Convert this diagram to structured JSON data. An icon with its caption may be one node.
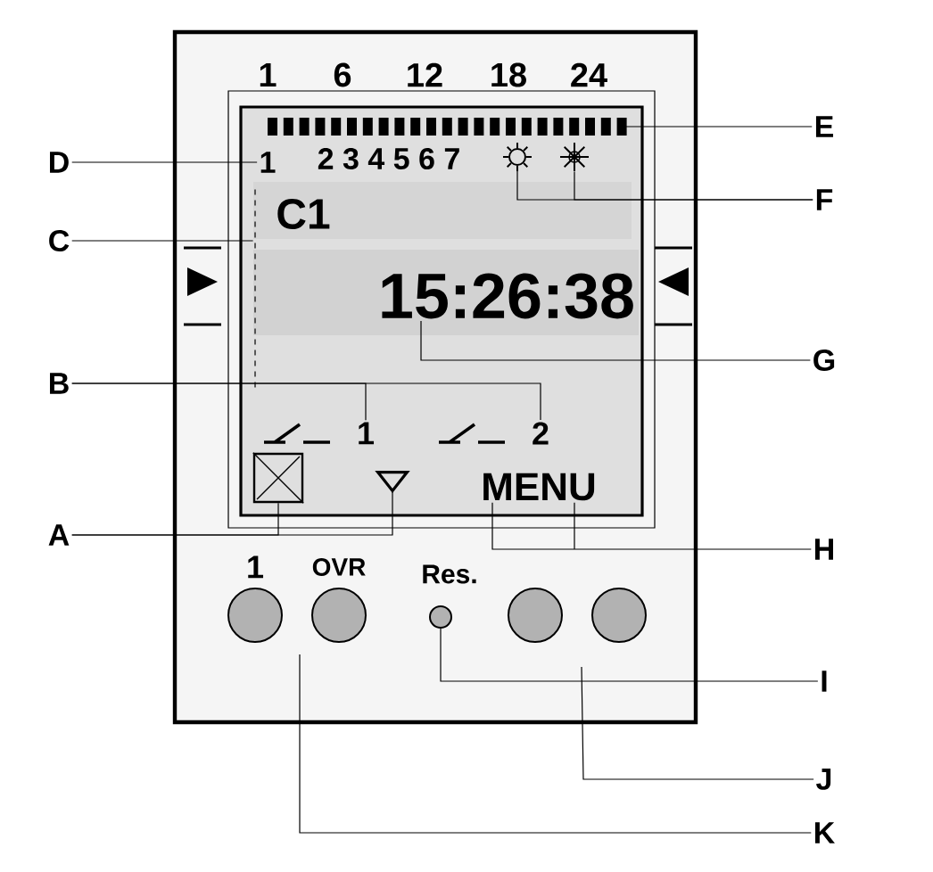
{
  "diagram": {
    "nodes": [
      {
        "text": [
          "D"
        ]
      },
      {
        "text": [
          "1"
        ]
      },
      {
        "text": [
          "C"
        ]
      },
      {
        "text": [],
        "shape": "line"
      },
      {
        "text": [
          "B"
        ]
      },
      {
        "text": [
          "1"
        ]
      },
      {
        "text": [
          "2"
        ]
      },
      {
        "text": [
          "A"
        ]
      },
      {
        "text": [],
        "shape": "box"
      },
      {
        "text": [],
        "shape": "triangle"
      },
      {
        "text": [
          "E"
        ]
      },
      {
        "text": [],
        "shape": "bar"
      },
      {
        "text": [
          "F"
        ]
      },
      {
        "text": [],
        "shape": "sun"
      },
      {
        "text": [],
        "shape": "snowflake"
      },
      {
        "text": [
          "G"
        ]
      },
      {
        "text": [
          "15:26:38"
        ]
      },
      {
        "text": [
          "H"
        ]
      },
      {
        "text": [
          "MENU"
        ]
      },
      {
        "text": [
          "I"
        ]
      },
      {
        "text": [],
        "shape": "circle"
      },
      {
        "text": [
          "J"
        ]
      },
      {
        "text": [
          "K"
        ]
      }
    ],
    "edges": [
      {
        "from": 0,
        "to": 1,
        "arrow": "none"
      },
      {
        "from": 2,
        "to": 3,
        "arrow": "none"
      },
      {
        "from": 4,
        "to": 5,
        "arrow": "none"
      },
      {
        "from": 4,
        "to": 6,
        "arrow": "none"
      },
      {
        "from": 7,
        "to": 8,
        "arrow": "none"
      },
      {
        "from": 7,
        "to": 9,
        "arrow": "none"
      },
      {
        "from": 10,
        "to": 11,
        "arrow": "none"
      },
      {
        "from": 12,
        "to": 13,
        "arrow": "none"
      },
      {
        "from": 12,
        "to": 14,
        "arrow": "none"
      },
      {
        "from": 15,
        "to": 16,
        "arrow": "none"
      },
      {
        "from": 17,
        "to": 18,
        "arrow": "none"
      },
      {
        "from": 19,
        "to": 20,
        "arrow": "none"
      },
      {
        "from": 21,
        "to": null,
        "arrow": "none"
      },
      {
        "from": 22,
        "to": null,
        "arrow": "none"
      }
    ],
    "labels": [
      "1",
      "6",
      "12",
      "18",
      "24",
      "2 3 4 5 6 7",
      "C1",
      "1",
      "OVR",
      "Res."
    ]
  }
}
